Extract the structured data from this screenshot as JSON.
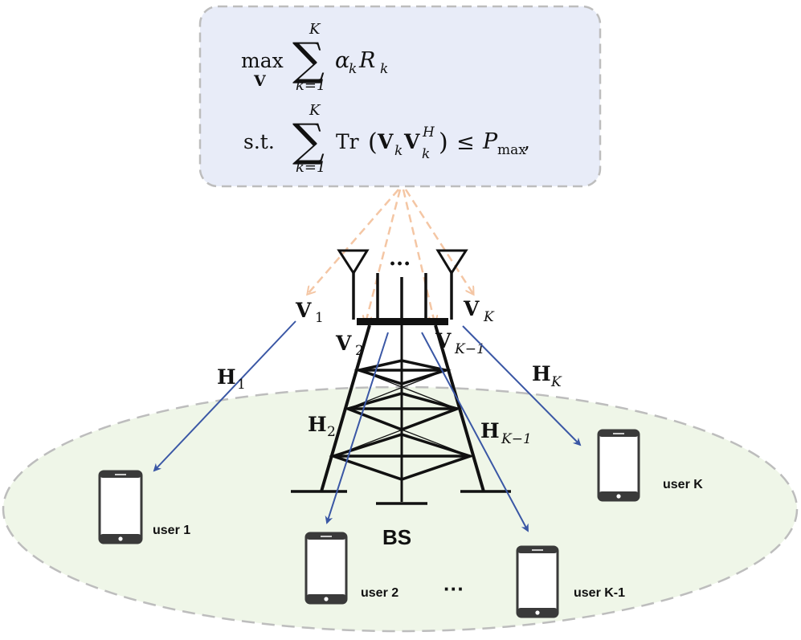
{
  "colors": {
    "formula_box_fill": "#e8ecf8",
    "region_fill": "#eff6e8",
    "dashed_border": "#bdbdbd",
    "beam_arrow": "#f4c6a4",
    "channel_arrow": "#3a57a5",
    "tower": "#111111"
  },
  "formula": {
    "max_op": "max",
    "max_var": "V",
    "sum_upper": "K",
    "sum_lower": "k=1",
    "objective_alpha": "α",
    "objective_R": "R",
    "sub_k": "k",
    "st": "s.t.",
    "tr": "Tr",
    "V_bold": "V",
    "sup_H": "H",
    "leq": "≤",
    "P": "P",
    "P_sub": "max",
    "comma": ","
  },
  "beams": {
    "v1": {
      "main": "V",
      "sub": "1"
    },
    "v2": {
      "main": "V",
      "sub": "2"
    },
    "vkm1": {
      "main": "V",
      "sub": "K−1"
    },
    "vk": {
      "main": "V",
      "sub": "K"
    }
  },
  "channels": {
    "h1": {
      "main": "H",
      "sub": "1"
    },
    "h2": {
      "main": "H",
      "sub": "2"
    },
    "hkm1": {
      "main": "H",
      "sub": "K−1"
    },
    "hk": {
      "main": "H",
      "sub": "K"
    }
  },
  "antenna_dots": "···",
  "bs_label": "BS",
  "users": {
    "u1": "user 1",
    "u2": "user 2",
    "ukm1": "user K-1",
    "uk": "user K"
  },
  "user_dots": "···"
}
